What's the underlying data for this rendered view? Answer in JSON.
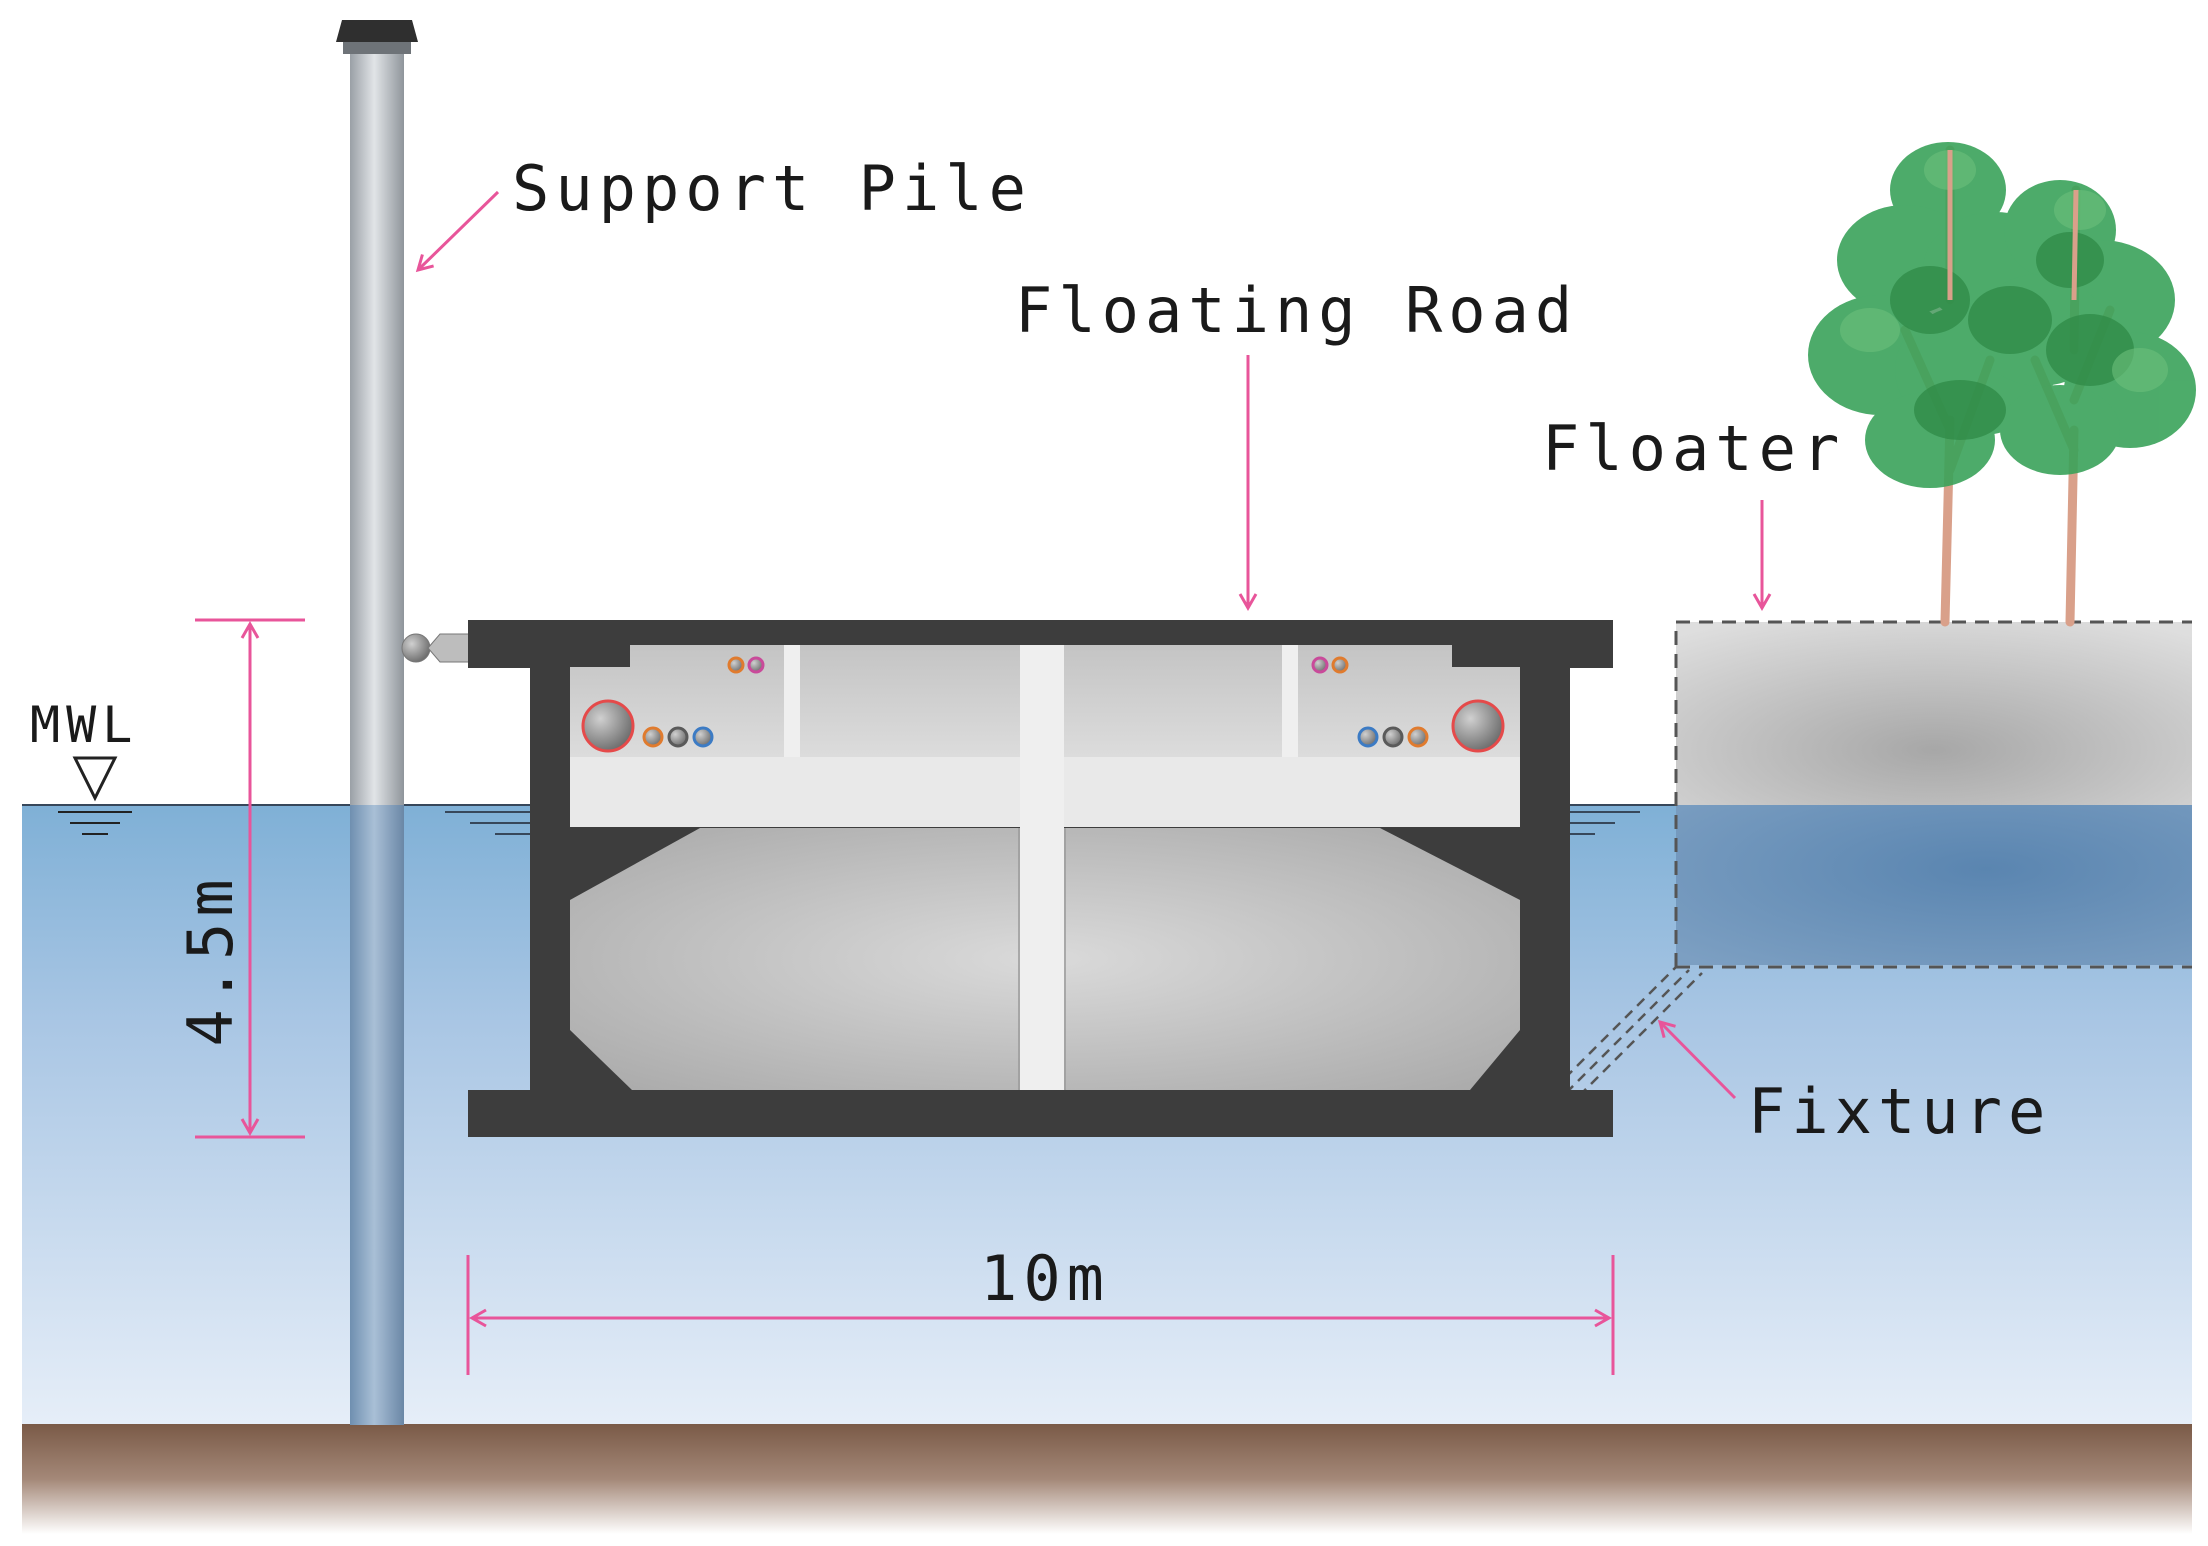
{
  "labels": {
    "support_pile": "Support Pile",
    "floating_road": "Floating Road",
    "floater": "Floater",
    "fixture": "Fixture",
    "mwl": "MWL",
    "depth": "4.5m",
    "width": "10m"
  },
  "colors": {
    "annotation": "#e8559a",
    "water_top": "#7fb0d6",
    "water_bottom": "#e6eef8",
    "ground": "#8a6b5a",
    "structure": "#3d3d3d",
    "tree_green": "#3aa35a",
    "tree_trunk": "#d9a08a"
  },
  "icons": {
    "water_level_marker": "inverted-triangle-icon",
    "arrow": "arrow-icon"
  }
}
